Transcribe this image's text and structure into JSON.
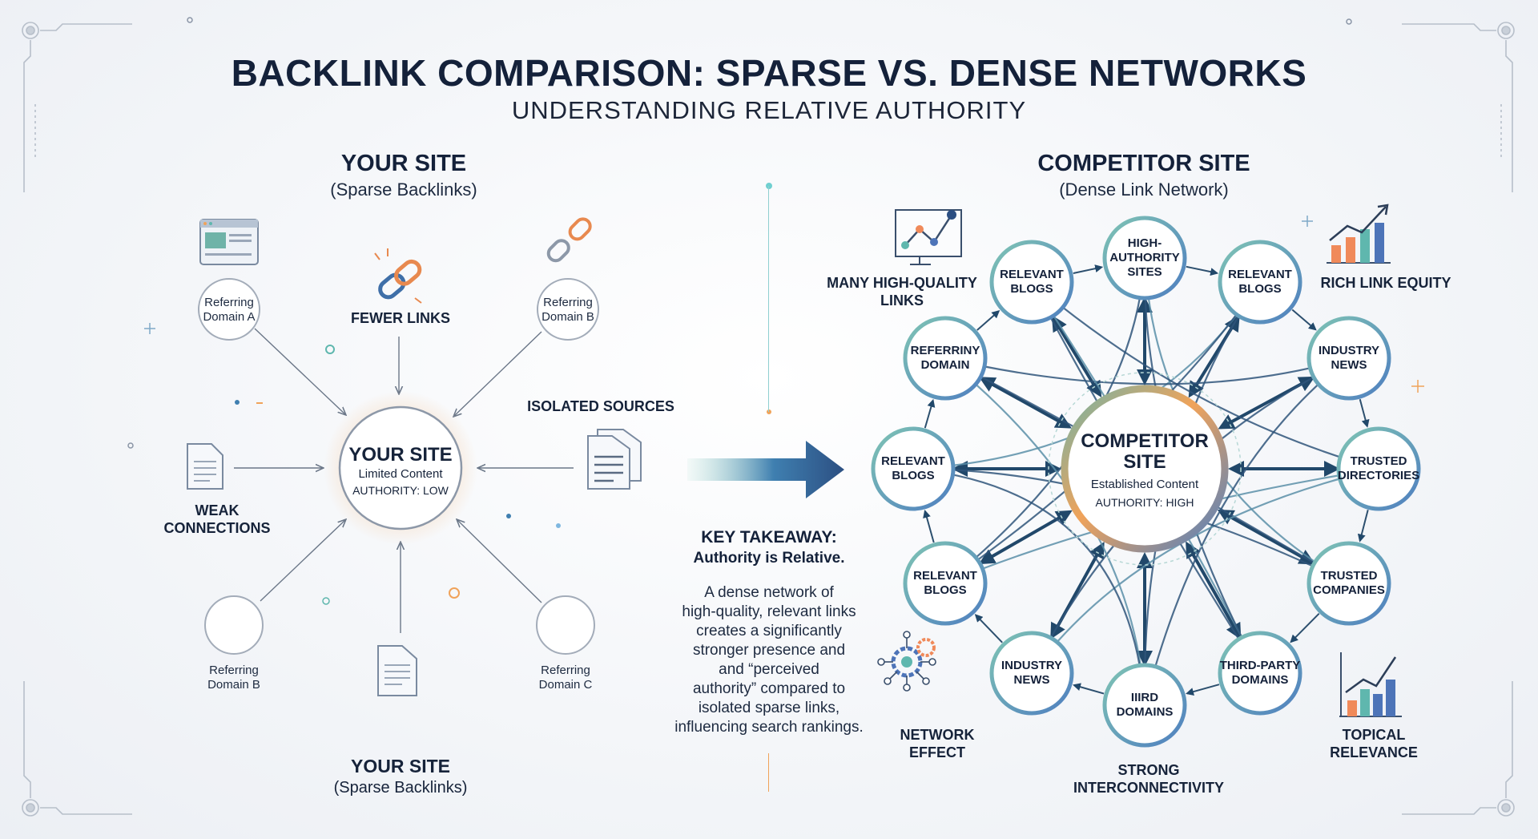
{
  "header": {
    "title": "BACKLINK COMPARISON: SPARSE VS. DENSE NETWORKS",
    "subtitle": "UNDERSTANDING RELATIVE AUTHORITY"
  },
  "left": {
    "heading": "YOUR SITE",
    "heading_sub": "(Sparse Backlinks)",
    "center": {
      "title": "YOUR SITE",
      "line1": "Limited Content",
      "line2": "AUTHORITY: LOW"
    },
    "domain_a": {
      "line1": "Referring",
      "line2": "Domain A"
    },
    "domain_b_top": {
      "line1": "Referring",
      "line2": "Domain B"
    },
    "domain_b_bottom": {
      "line1": "Referring",
      "line2": "Domain B"
    },
    "domain_c": {
      "line1": "Referring",
      "line2": "Domain C"
    },
    "fewer_links": "FEWER LINKS",
    "isolated_sources": "ISOLATED SOURCES",
    "weak_connections": {
      "line1": "WEAK",
      "line2": "CONNECTIONS"
    },
    "footer_heading": "YOUR SITE",
    "footer_sub": "(Sparse Backlinks)"
  },
  "takeaway": {
    "heading": "KEY TAKEAWAY:",
    "subheading": "Authority is Relative.",
    "lines": [
      "A dense network of",
      "high-quality, relevant links",
      "creates a significantly",
      "stronger presence and",
      "and “perceived",
      "authority” compared to",
      "isolated sparse links,",
      "influencing search rankings."
    ]
  },
  "right": {
    "heading": "COMPETITOR SITE",
    "heading_sub": "(Dense Link Network)",
    "center": {
      "line1": "COMPETITOR",
      "line2": "SITE",
      "line3": "Established Content",
      "line4": "AUTHORITY: HIGH"
    },
    "nodes": {
      "n1": [
        "HIGH-",
        "AUTHORITY",
        "SITES"
      ],
      "n2": [
        "RELEVANT",
        "BLOGS"
      ],
      "n3": [
        "INDUSTRY",
        "NEWS"
      ],
      "n4": [
        "TRUSTED",
        "DIRECTORIES"
      ],
      "n5": [
        "TRUSTED",
        "COMPANIES"
      ],
      "n6": [
        "THIRD-PARTY",
        "DOMAINS"
      ],
      "n7": [
        "IIIRD",
        "DOMAINS"
      ],
      "n8": [
        "INDUSTRY",
        "NEWS"
      ],
      "n9": [
        "RELEVANT",
        "BLOGS"
      ],
      "n10": [
        "RELEVANT",
        "BLOGS"
      ],
      "n11": [
        "REFERRINY",
        "DOMAIN"
      ],
      "n12": [
        "RELEVANT",
        "BLOGS"
      ]
    },
    "many_links": {
      "line1": "MANY HIGH-QUALITY",
      "line2": "LINKS"
    },
    "rich_equity": "RICH LINK EQUITY",
    "network_effect": {
      "line1": "NETWORK",
      "line2": "EFFECT"
    },
    "strong_inter": {
      "line1": "STRONG",
      "line2": "INTERCONNECTIVITY"
    },
    "topical": {
      "line1": "TOPICAL",
      "line2": "RELEVANCE"
    }
  },
  "colors": {
    "navy": "#14213a",
    "arrow_dark": "#21486a",
    "arrow_gradient": [
      "#9fd8c9",
      "#3f7fb0",
      "#2c4f82"
    ],
    "ring_teal": "#6fb3a8",
    "ring_orange": "#f0a35a",
    "ring_blue": "#4f7fc0",
    "chart_orange": "#f08a5a",
    "chart_teal": "#5fb7ae",
    "chart_blue": "#4d74b8"
  },
  "icons": [
    "browser-window-icon",
    "chain-link-icon",
    "broken-link-icon",
    "document-icon",
    "stacked-documents-icon",
    "line-chart-monitor-icon",
    "bar-chart-up-icon",
    "network-gears-icon"
  ]
}
